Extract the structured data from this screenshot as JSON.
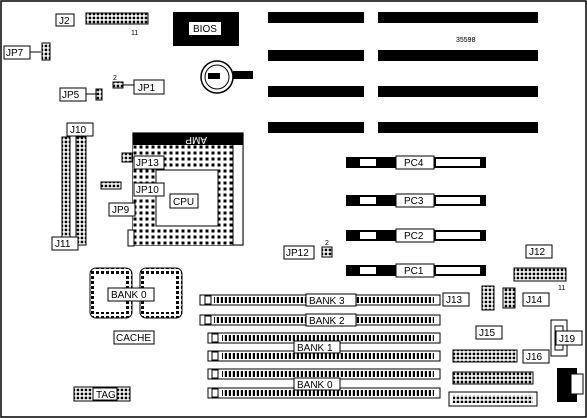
{
  "labels": {
    "board_number": "35598",
    "bios": "BIOS",
    "amp": "AMP",
    "cpu": "CPU",
    "cache": "CACHE",
    "cache_bank": "BANK 0",
    "tag": "TAG",
    "j2": "J2",
    "j7": "JP7",
    "jp5": "JP5",
    "jp1": "JP1",
    "j10": "J10",
    "j11": "J11",
    "jp13": "JP13",
    "jp10": "JP10",
    "jp9": "JP9",
    "jp12": "JP12",
    "j12": "J12",
    "j13": "J13",
    "j14": "J14",
    "j15": "J15",
    "j16": "J16",
    "j19": "J19",
    "pc4": "PC4",
    "pc3": "PC3",
    "pc2": "PC2",
    "pc1": "PC1",
    "bank3": "BANK 3",
    "bank2": "BANK 2",
    "bank1": "BANK 1",
    "bank0": "BANK 0",
    "pin_11_j2": "11",
    "pin_2_jp1": "2",
    "pin_2_jp12": "2",
    "pin_11_j12": "11"
  }
}
